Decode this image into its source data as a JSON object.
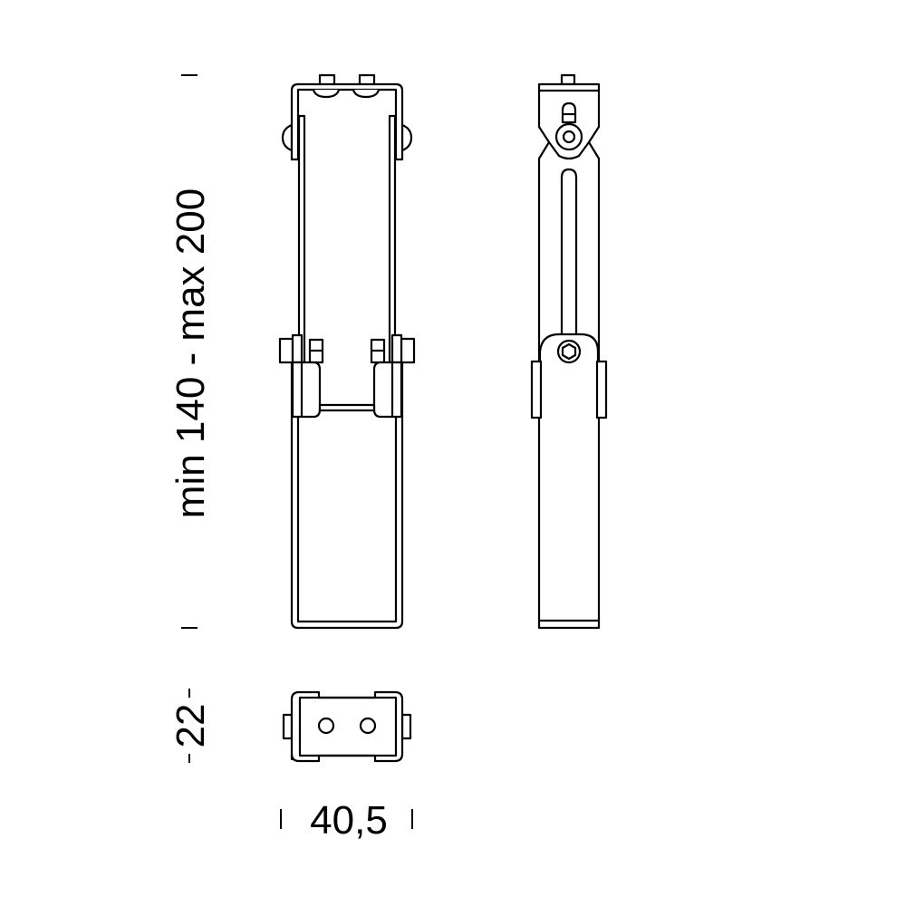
{
  "dimensions": {
    "height_range": "min 140 - max 200",
    "depth": "22",
    "width": "40,5"
  },
  "colors": {
    "line": "#000000",
    "background": "#ffffff"
  }
}
